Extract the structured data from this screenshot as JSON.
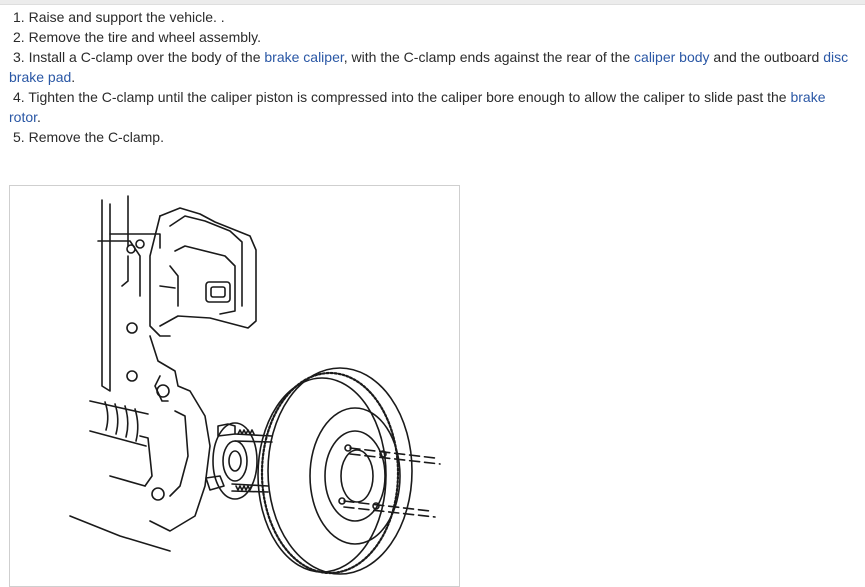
{
  "steps": [
    {
      "number": "1.",
      "parts": [
        "Raise and support the vehicle. ."
      ]
    },
    {
      "number": "2.",
      "parts": [
        "Remove the tire and wheel assembly."
      ]
    },
    {
      "number": "3.",
      "parts": [
        "Install a C-clamp over the body of the ",
        "brake caliper",
        ", with the C-clamp ends against the rear of the ",
        "caliper body",
        " and the outboard ",
        "disc brake pad",
        "."
      ]
    },
    {
      "number": "4.",
      "parts": [
        "Tighten the C-clamp until the caliper piston is compressed into the caliper bore enough to allow the caliper to slide past the ",
        "brake rotor",
        "."
      ]
    },
    {
      "number": "5.",
      "parts": [
        "Remove the C-clamp."
      ]
    }
  ],
  "colors": {
    "link": "#2a57a5",
    "text": "#2b2b2b",
    "figure_border": "#cfcfcf"
  },
  "figure": {
    "subject": "brake caliper, knuckle and brake rotor line illustration"
  }
}
